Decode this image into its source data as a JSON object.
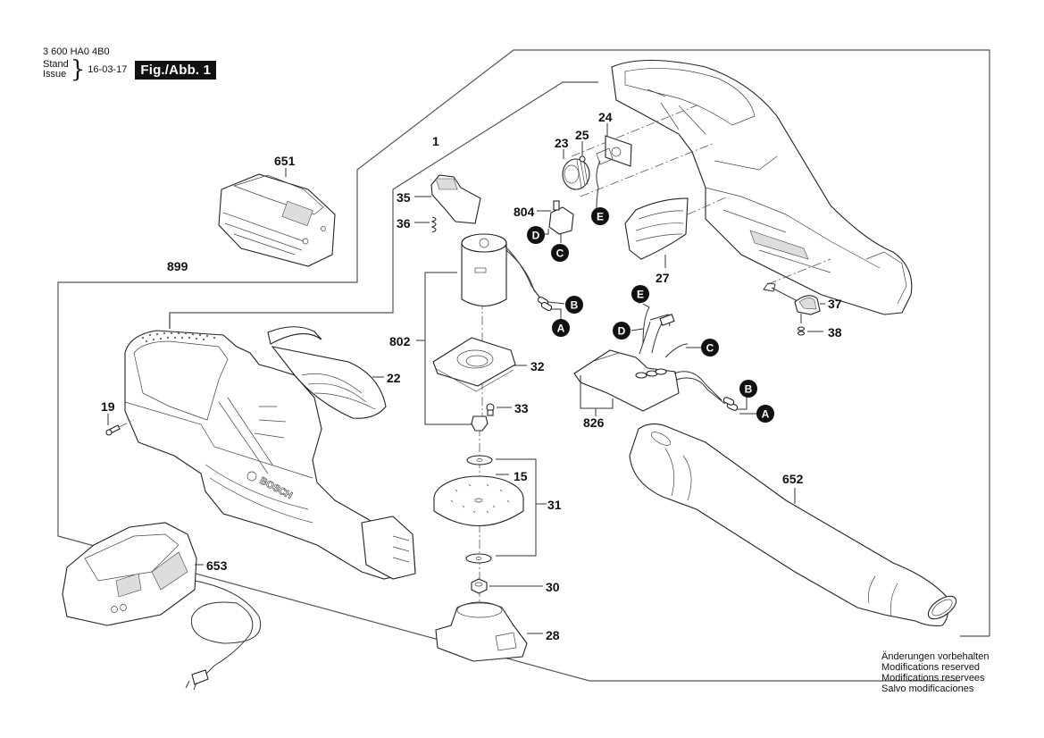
{
  "header": {
    "part_number": "3 600 HA0 4B0",
    "stand_label": "Stand",
    "issue_label": "Issue",
    "date": "16-03-17",
    "figure_label": "Fig./Abb. 1"
  },
  "footer_notes": [
    "Änderungen vorbehalten",
    "Modifications reserved",
    "Modifications reservees",
    "Salvo modificaciones"
  ],
  "brand_marking": "BOSCH",
  "parts": [
    {
      "id": "1",
      "label": "1",
      "name": "housing-assembly"
    },
    {
      "id": "15",
      "label": "15",
      "name": "fan-wheel"
    },
    {
      "id": "19",
      "label": "19",
      "name": "screw"
    },
    {
      "id": "22",
      "label": "22",
      "name": "cover-cap"
    },
    {
      "id": "23",
      "label": "23",
      "name": "adjusting-wheel"
    },
    {
      "id": "24",
      "label": "24",
      "name": "switch-board"
    },
    {
      "id": "25",
      "label": "25",
      "name": "small-screw"
    },
    {
      "id": "27",
      "label": "27",
      "name": "air-guide"
    },
    {
      "id": "28",
      "label": "28",
      "name": "fan-housing"
    },
    {
      "id": "30",
      "label": "30",
      "name": "nut"
    },
    {
      "id": "31",
      "label": "31",
      "name": "fan-set"
    },
    {
      "id": "32",
      "label": "32",
      "name": "motor-plate"
    },
    {
      "id": "33",
      "label": "33",
      "name": "plate-screw"
    },
    {
      "id": "35",
      "label": "35",
      "name": "lock-button"
    },
    {
      "id": "36",
      "label": "36",
      "name": "spring"
    },
    {
      "id": "37",
      "label": "37",
      "name": "trigger-switch"
    },
    {
      "id": "38",
      "label": "38",
      "name": "trigger-spring"
    },
    {
      "id": "651",
      "label": "651",
      "name": "battery-pack"
    },
    {
      "id": "652",
      "label": "652",
      "name": "blower-tube"
    },
    {
      "id": "653",
      "label": "653",
      "name": "charger"
    },
    {
      "id": "802",
      "label": "802",
      "name": "motor-assembly"
    },
    {
      "id": "804",
      "label": "804",
      "name": "switch"
    },
    {
      "id": "826",
      "label": "826",
      "name": "electronics-module"
    },
    {
      "id": "899",
      "label": "899",
      "name": "complete-tool-kit"
    }
  ],
  "connectors": {
    "A": "A",
    "B": "B",
    "C": "C",
    "D": "D",
    "E": "E"
  }
}
